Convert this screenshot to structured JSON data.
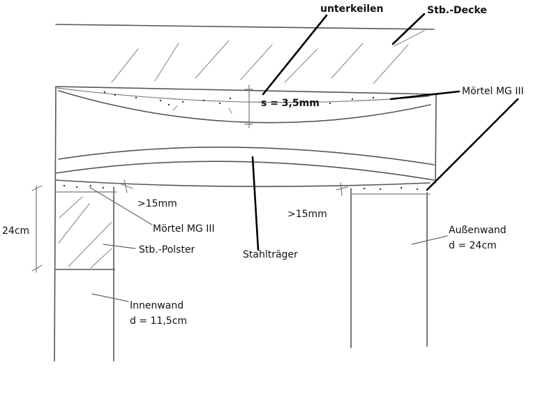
{
  "labels": {
    "unterkeilen": "unterkeilen",
    "stb_decke": "Stb.-Decke",
    "spacing": "s = 3,5mm",
    "moertel_right": "Mörtel MG III",
    "gap_left": ">15mm",
    "gap_right": ">15mm",
    "dim_24cm": "24cm",
    "moertel_left": "Mörtel MG III",
    "stb_polster": "Stb.-Polster",
    "stahltraeger": "Stahlträger",
    "aussenwand": "Außenwand",
    "aussenwand_d": "d = 24cm",
    "innenwand": "Innenwand",
    "innenwand_d": "d = 11,5cm"
  }
}
